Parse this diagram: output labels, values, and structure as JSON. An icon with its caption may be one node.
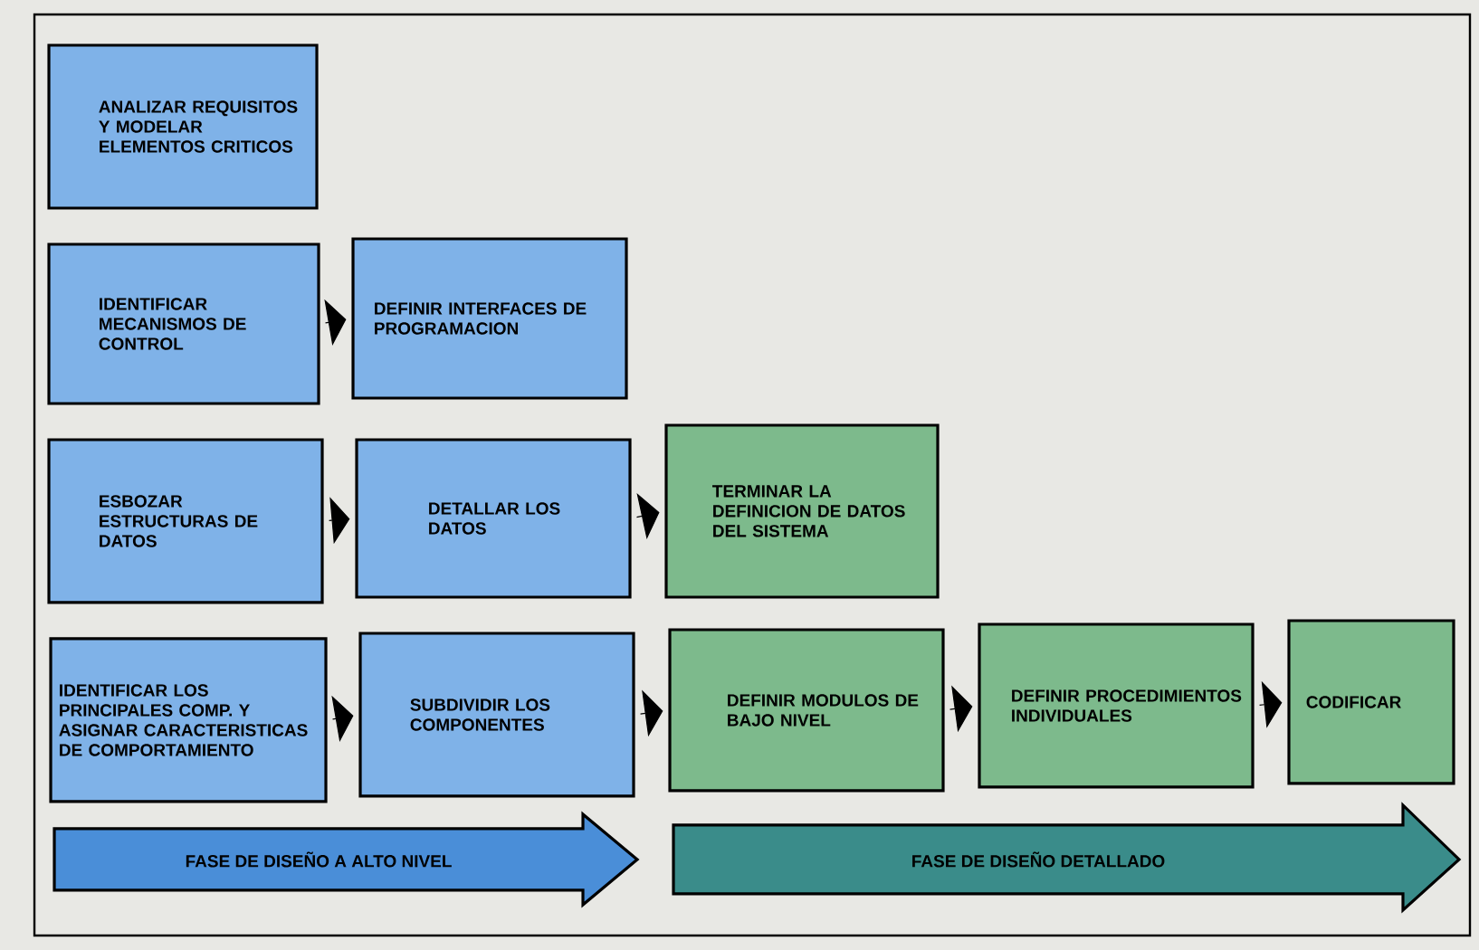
{
  "diagram": {
    "nodes": [
      {
        "text": [
          "ANALIZAR REQUISITOS Y MODELAR ELEMENTOS CRITICOS"
        ]
      },
      {
        "text": [
          "IDENTIFICAR MECANISMOS DE CONTROL"
        ]
      },
      {
        "text": [
          "DEFINIR INTERFACES DE PROGRAMACION"
        ]
      },
      {
        "text": [
          "ESBOZAR ESTRUCTURAS DE DATOS"
        ]
      },
      {
        "text": [
          "DETALLAR LOS DATOS"
        ]
      },
      {
        "text": [
          "TERMINAR LA DEFINICION DE DATOS DEL SISTEMA"
        ]
      },
      {
        "text": [
          "IDENTIFICAR LOS PRINCIPALES COMP. Y ASIGNAR CARACTERISTICAS DE COMPORTAMIENTO"
        ]
      },
      {
        "text": [
          "SUBDIVIDIR LOS COMPONENTES"
        ]
      },
      {
        "text": [
          "DEFINIR MODULOS DE BAJO NIVEL"
        ]
      },
      {
        "text": [
          "DEFINIR PROCEDIMIENTOS INDIVIDUALES"
        ]
      },
      {
        "text": [
          "CODIFICAR"
        ]
      },
      {
        "text": [
          "FASE DE DISEÑO A ALTO NIVEL"
        ]
      },
      {
        "text": [
          "FASE DE DISEÑO DETALLADO"
        ]
      }
    ],
    "edges": [
      {
        "from": 1,
        "to": 2,
        "arrow": "to"
      },
      {
        "from": 3,
        "to": 4,
        "arrow": "to"
      },
      {
        "from": 4,
        "to": 5,
        "arrow": "to"
      },
      {
        "from": 6,
        "to": 7,
        "arrow": "to"
      },
      {
        "from": 7,
        "to": 8,
        "arrow": "to"
      },
      {
        "from": 8,
        "to": 9,
        "arrow": "to"
      },
      {
        "from": 9,
        "to": 10,
        "arrow": "to"
      }
    ]
  }
}
